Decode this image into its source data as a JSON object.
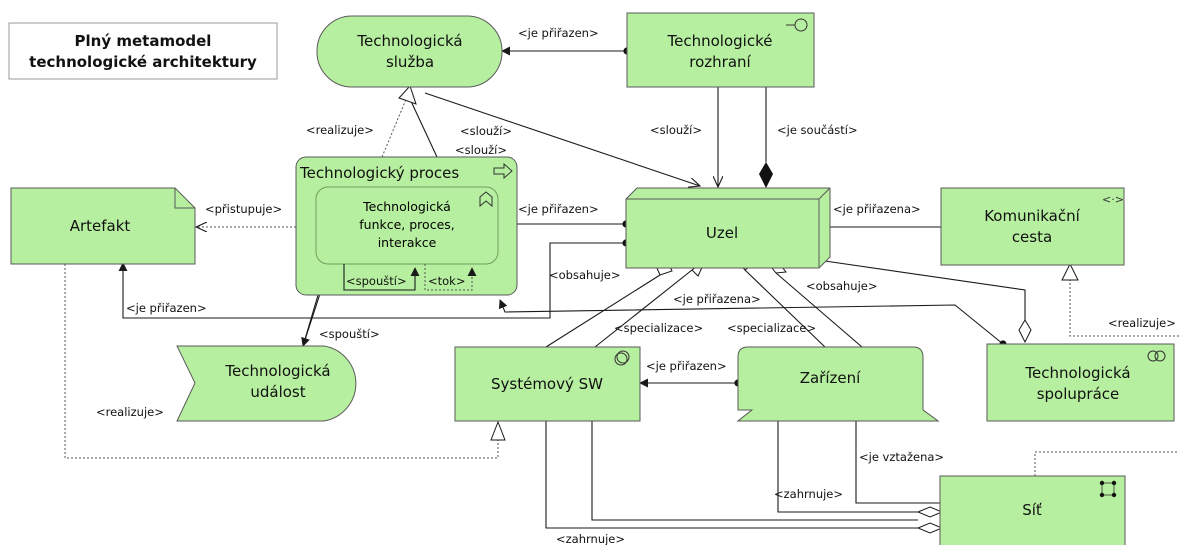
{
  "title": {
    "line1": "Plný metamodel",
    "line2": "technologické architektury"
  },
  "nodes": {
    "sluzba": {
      "line1": "Technologická",
      "line2": "služba"
    },
    "rozhrani": {
      "line1": "Technologické",
      "line2": "rozhraní"
    },
    "proces": "Technologický proces",
    "funkce": {
      "line1": "Technologická",
      "line2": "funkce, proces,",
      "line3": "interakce"
    },
    "artefakt": "Artefakt",
    "uzel": "Uzel",
    "cesta": {
      "line1": "Komunikační",
      "line2": "cesta"
    },
    "udalost": {
      "line1": "Technologická",
      "line2": "událost"
    },
    "sw": "Systémový SW",
    "zarizeni": "Zařízení",
    "spoluprace": {
      "line1": "Technologická",
      "line2": "spolupráce"
    },
    "sit": "Síť"
  },
  "labels": {
    "je_prirazen_top": "<je přiřazen>",
    "realizuje_1": "<realizuje>",
    "slouzi_1": "<slouží>",
    "slouzi_2": "<slouží>",
    "slouzi_3": "<slouží>",
    "je_soucasti": "<je součástí>",
    "pristupuje": "<přistupuje>",
    "je_prirazen_uzel": "<je přiřazen>",
    "je_prirazena_cesta": "<je přiřazena>",
    "spousti_inner": "<spouští>",
    "tok": "<tok>",
    "obsahuje_1": "<obsahuje>",
    "obsahuje_2": "<obsahuje>",
    "je_prirazen_art": "<je přiřazen>",
    "je_prirazena_mid": "<je přiřazena>",
    "spousti_2": "<spouští>",
    "specializace_1": "<specializace>",
    "specializace_2": "<specializace>",
    "je_prirazen_sw": "<je přiřazen>",
    "realizuje_2": "<realizuje>",
    "realizuje_3": "<realizuje>",
    "je_vztazena": "<je vztažena>",
    "zahrnuje_1": "<zahrnuje>",
    "zahrnuje_2": "<zahrnuje>"
  },
  "colors": {
    "node_fill": "#b6ef9f",
    "line": "#1a1a1a"
  },
  "icons": [
    "interface-icon",
    "process-arrow-icon",
    "function-icon",
    "communication-path-icon",
    "system-software-icon",
    "collaboration-icon",
    "network-icon"
  ]
}
